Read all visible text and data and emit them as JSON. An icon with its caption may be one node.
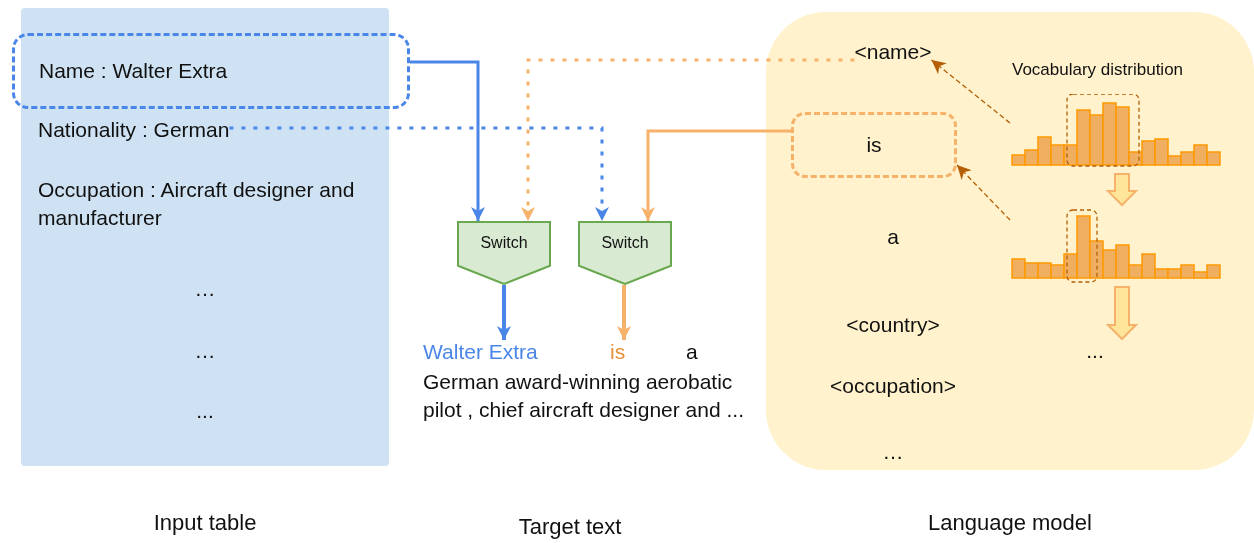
{
  "diagram": {
    "nodes": [
      {
        "text": [],
        "shape": "box",
        "beside": [
          "Input table"
        ]
      },
      {
        "text": [
          "Name : Walter Extra"
        ]
      },
      {
        "text": [
          "Nationality : German"
        ],
        "in": 0
      },
      {
        "text": [
          "Occupation : Aircraft designer and manufacturer"
        ],
        "in": 0
      },
      {
        "text": [
          "…"
        ],
        "in": 0
      },
      {
        "text": [
          "…"
        ],
        "in": 0
      },
      {
        "text": [
          "..."
        ],
        "in": 0
      },
      {
        "text": [
          "Switch"
        ]
      },
      {
        "text": [
          "Switch"
        ]
      },
      {
        "text": [
          "Walter Extra"
        ]
      },
      {
        "text": [
          "is"
        ]
      },
      {
        "text": [
          "a"
        ]
      },
      {
        "text": [
          "German award-winning aerobatic pilot , chief aircraft designer and ..."
        ]
      },
      {
        "text": [],
        "shape": "box",
        "beside": [
          "Language model"
        ]
      },
      {
        "text": [
          "<name>"
        ],
        "in": 13
      },
      {
        "text": [
          "is"
        ],
        "in": 13
      },
      {
        "text": [
          "a"
        ],
        "in": 13
      },
      {
        "text": [
          "<country>"
        ],
        "in": 13
      },
      {
        "text": [
          "<occupation>"
        ],
        "in": 13
      },
      {
        "text": [
          "…"
        ],
        "in": 13
      },
      {
        "text": [],
        "shape": "picture",
        "in": 13
      },
      {
        "text": [],
        "shape": "picture",
        "in": 13
      },
      {
        "text": [
          "..."
        ],
        "in": 13
      }
    ],
    "edges": [
      {
        "from": 1,
        "to": 7,
        "arrow": "to",
        "color": "#4a86e8"
      },
      {
        "from": 2,
        "to": 8,
        "arrow": "to",
        "style": "dashed",
        "color": "#4a86e8"
      },
      {
        "from": 14,
        "to": 7,
        "arrow": "to",
        "style": "dashed",
        "color": "#f6b26b"
      },
      {
        "from": 15,
        "to": 8,
        "arrow": "to",
        "color": "#f6b26b"
      },
      {
        "from": 7,
        "to": 9,
        "arrow": "to",
        "color": "#4a86e8"
      },
      {
        "from": 8,
        "to": 10,
        "arrow": "to",
        "color": "#f6b26b"
      },
      {
        "from": 20,
        "to": 14,
        "arrow": "to",
        "style": "dashed",
        "color": "#b45f06"
      },
      {
        "from": 21,
        "to": 15,
        "arrow": "to",
        "style": "dashed",
        "color": "#b45f06"
      },
      {
        "from": 20,
        "to": 21,
        "arrow": "to",
        "style": "thick",
        "color": "#f6b26b"
      },
      {
        "from": 21,
        "to": 22,
        "arrow": "to",
        "style": "thick",
        "color": "#f6b26b"
      }
    ],
    "labels": [
      "Vocabulary distribution",
      "Target text"
    ]
  }
}
